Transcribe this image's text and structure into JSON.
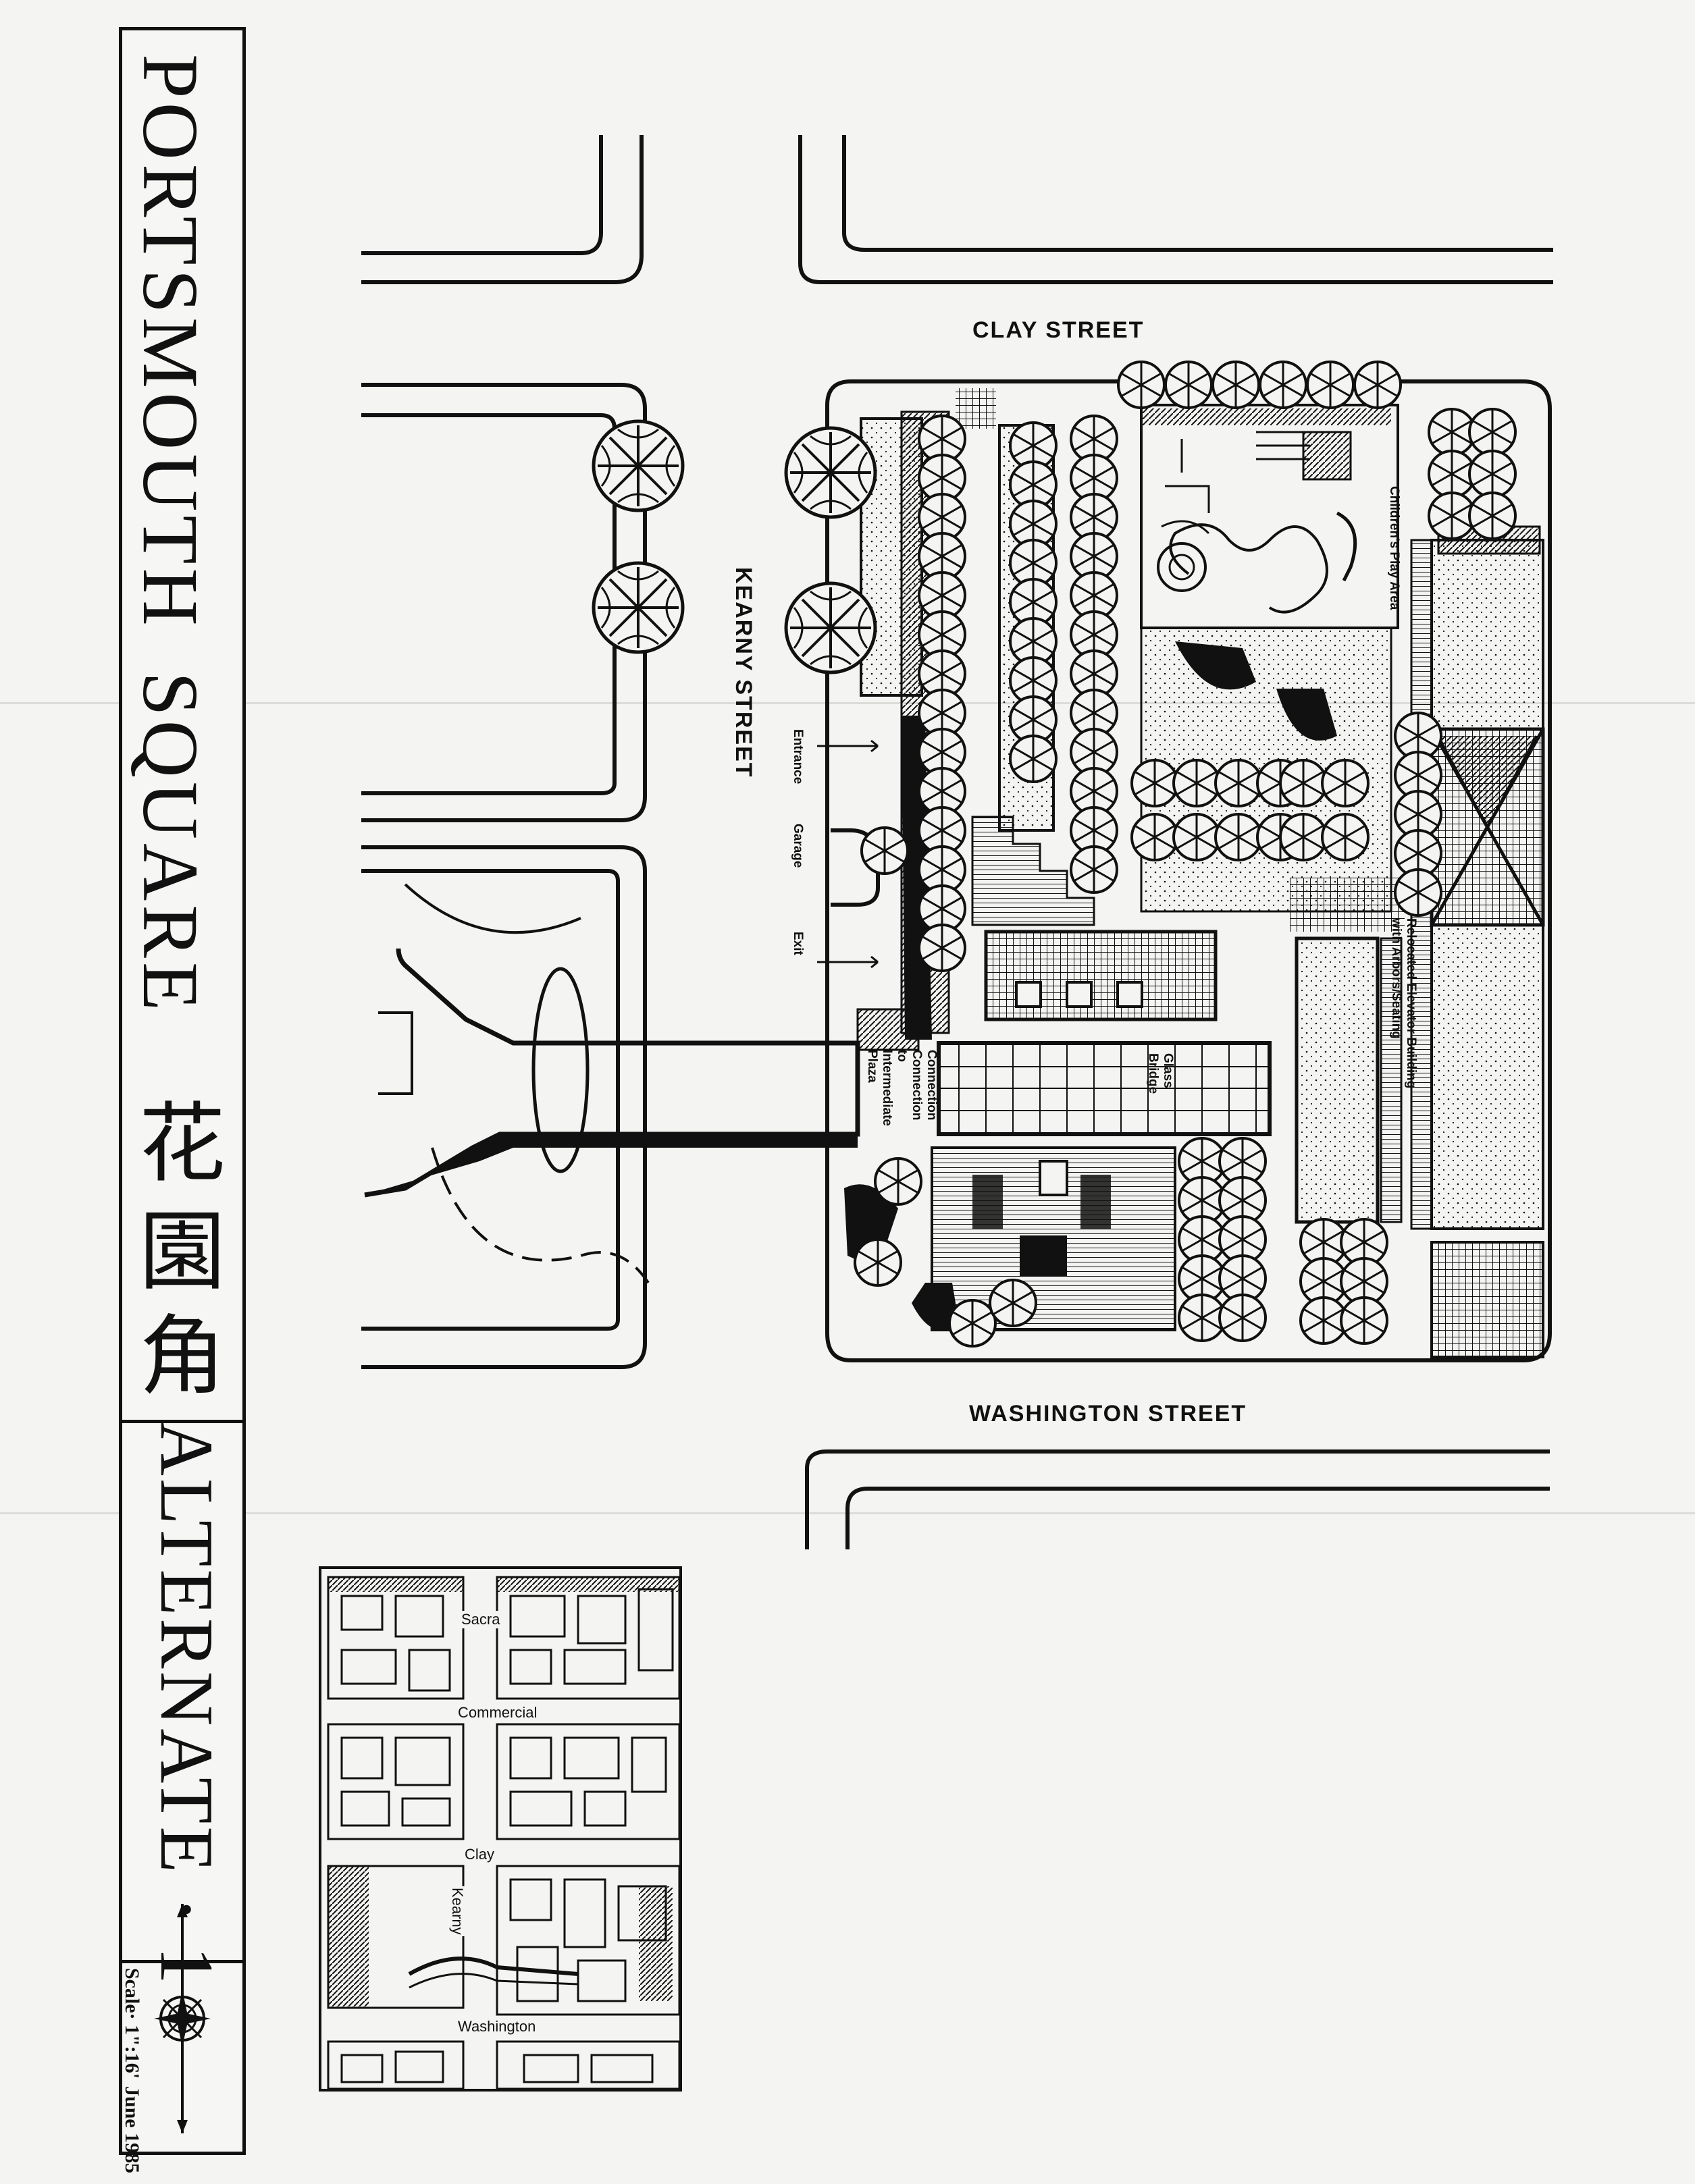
{
  "title": {
    "line1": "PORTSMOUTH",
    "line2": "SQUARE",
    "chinese": [
      "花",
      "園",
      "角"
    ],
    "alternate": "ALTERNATE · 1"
  },
  "footer": {
    "scale": "Scale· 1\":16'",
    "date": "June 1985"
  },
  "streets": {
    "clay": "CLAY    STREET",
    "kearny": "KEARNY      STREET",
    "washington": "WASHINGTON      STREET"
  },
  "annotations": {
    "entrance": "Entrance",
    "garage": "Garage",
    "exit": "Exit",
    "childrens_play": "Children's Play Area",
    "elevator": "Relocated Elevator Building",
    "elevator2": "with Arbors/Seating",
    "bridge": "Glass",
    "bridge2": "Bridge",
    "connection": "Connection",
    "connection2": "to",
    "connection3": "Intermediate",
    "connection4": "Plaza",
    "connection0": "Connection"
  },
  "locator": {
    "streets": [
      "Sacra",
      "Commercial",
      "Clay",
      "Kearny",
      "Washington"
    ]
  },
  "icons": [
    "compass-rose-icon",
    "tree-icon"
  ]
}
